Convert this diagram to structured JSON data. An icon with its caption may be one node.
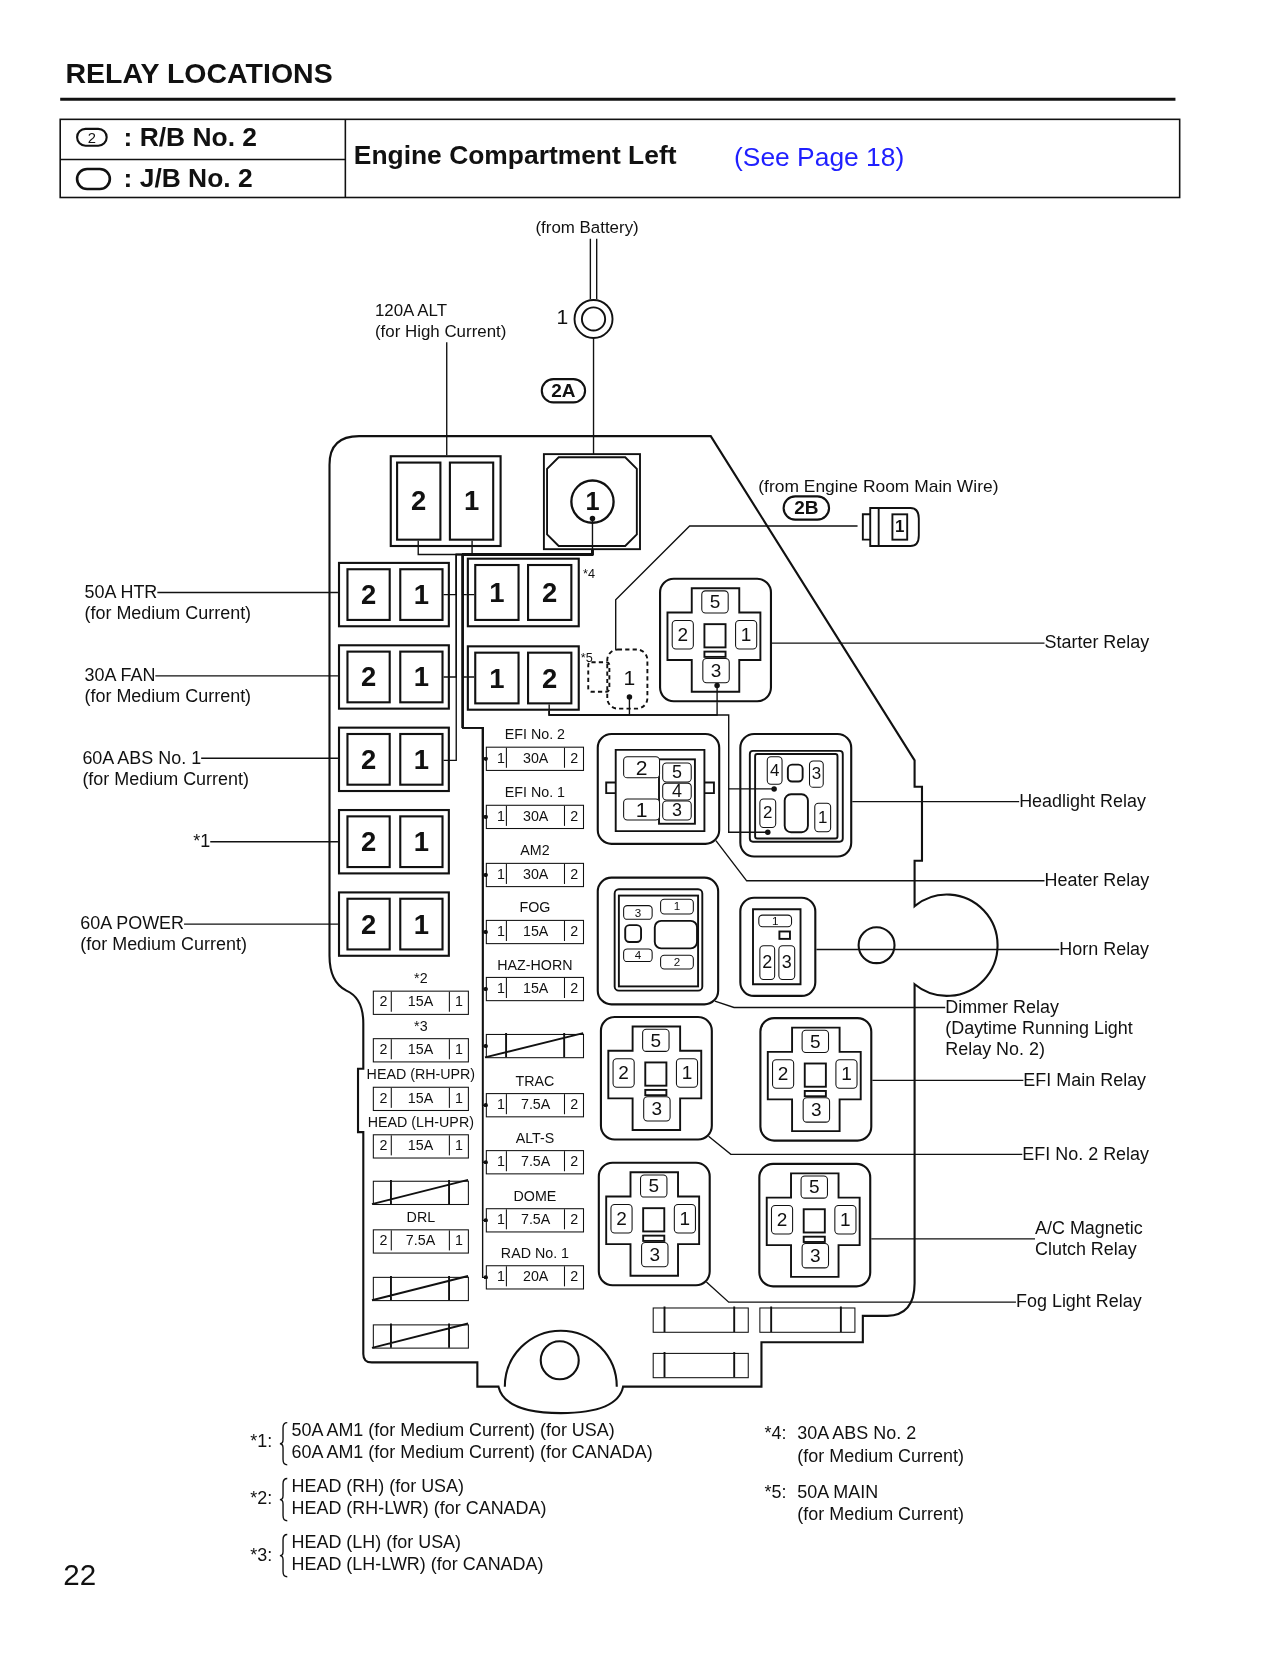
{
  "diagram": {
    "title": "RELAY LOCATIONS",
    "nodes": [
      {
        "text": [
          "(from Battery)"
        ]
      },
      {
        "text": [],
        "shape": "circle",
        "beside": [
          "1"
        ]
      },
      {
        "text": [
          "120A ALT",
          "(for High Current)"
        ]
      },
      {
        "text": [
          "2",
          "1"
        ]
      },
      {
        "text": [
          "1"
        ]
      },
      {
        "text": [
          "1"
        ],
        "beside": [
          "(from Engine Room Main Wire)"
        ]
      },
      {
        "text": [
          "50A HTR",
          "(for Medium Current)"
        ]
      },
      {
        "text": [
          "30A FAN",
          "(for Medium Current)"
        ]
      },
      {
        "text": [
          "60A ABS No. 1",
          "(for Medium Current)"
        ]
      },
      {
        "text": [
          "*1"
        ]
      },
      {
        "text": [
          "60A POWER",
          "(for Medium Current)"
        ]
      },
      {
        "text": [
          "2",
          "1"
        ]
      },
      {
        "text": [
          "2",
          "1"
        ]
      },
      {
        "text": [
          "2",
          "1"
        ]
      },
      {
        "text": [
          "2",
          "1"
        ]
      },
      {
        "text": [
          "2",
          "1"
        ]
      },
      {
        "text": [
          "1",
          "2"
        ],
        "beside": [
          "*4"
        ]
      },
      {
        "text": [
          "1",
          "2"
        ],
        "beside": [
          "*5"
        ]
      },
      {
        "text": [
          "1"
        ]
      },
      {
        "text": [
          "*2",
          "2",
          "15A",
          "1"
        ]
      },
      {
        "text": [
          "*3",
          "2",
          "15A",
          "1"
        ]
      },
      {
        "text": [
          "HEAD (RH-UPR)",
          "2",
          "15A",
          "1"
        ]
      },
      {
        "text": [
          "HEAD (LH-UPR)",
          "2",
          "15A",
          "1"
        ]
      },
      {
        "text": [],
        "shape": "box"
      },
      {
        "text": [
          "DRL",
          "2",
          "7.5A",
          "1"
        ]
      },
      {
        "text": [],
        "shape": "box"
      },
      {
        "text": [],
        "shape": "box"
      },
      {
        "text": [
          "EFI No. 2",
          "1",
          "30A",
          "2"
        ]
      },
      {
        "text": [
          "EFI No. 1",
          "1",
          "30A",
          "2"
        ]
      },
      {
        "text": [
          "AM2",
          "1",
          "30A",
          "2"
        ]
      },
      {
        "text": [
          "FOG",
          "1",
          "15A",
          "2"
        ]
      },
      {
        "text": [
          "HAZ-HORN",
          "1",
          "15A",
          "2"
        ]
      },
      {
        "text": [],
        "shape": "box"
      },
      {
        "text": [
          "TRAC",
          "1",
          "7.5A",
          "2"
        ]
      },
      {
        "text": [
          "ALT-S",
          "1",
          "7.5A",
          "2"
        ]
      },
      {
        "text": [
          "DOME",
          "1",
          "7.5A",
          "2"
        ]
      },
      {
        "text": [
          "RAD No. 1",
          "1",
          "20A",
          "2"
        ]
      },
      {
        "text": [
          "5",
          "2",
          "1",
          "3"
        ]
      },
      {
        "text": [
          "2",
          "5",
          "4",
          "1",
          "3"
        ]
      },
      {
        "text": [
          "4",
          "3",
          "2",
          "1"
        ]
      },
      {
        "text": [
          "3",
          "1",
          "4",
          "2"
        ]
      },
      {
        "text": [
          "1",
          "2",
          "3"
        ]
      },
      {
        "text": [
          "5",
          "2",
          "1",
          "3"
        ]
      },
      {
        "text": [
          "5",
          "2",
          "1",
          "3"
        ]
      },
      {
        "text": [
          "5",
          "2",
          "1",
          "3"
        ]
      },
      {
        "text": [
          "5",
          "2",
          "1",
          "3"
        ]
      },
      {
        "text": [],
        "shape": "box"
      },
      {
        "text": [],
        "shape": "box"
      },
      {
        "text": [],
        "shape": "box"
      },
      {
        "text": [
          "Starter Relay"
        ]
      },
      {
        "text": [
          "Headlight Relay"
        ]
      },
      {
        "text": [
          "Heater Relay"
        ]
      },
      {
        "text": [
          "Horn Relay"
        ]
      },
      {
        "text": [
          "Dimmer Relay",
          "(Daytime Running Light Relay No. 2)"
        ]
      },
      {
        "text": [
          "EFI Main Relay"
        ]
      },
      {
        "text": [
          "EFI No. 2 Relay"
        ]
      },
      {
        "text": [
          "A/C Magnetic Clutch Relay"
        ]
      },
      {
        "text": [
          "Fog Light Relay"
        ]
      }
    ],
    "edges": [
      {
        "from": 0,
        "to": 1,
        "arrow": "none"
      },
      {
        "from": 1,
        "to": 4,
        "arrow": "none"
      },
      {
        "from": 2,
        "to": 3,
        "arrow": "none"
      },
      {
        "from": 5,
        "to": 18,
        "arrow": "none"
      },
      {
        "from": 6,
        "to": 11,
        "arrow": "none"
      },
      {
        "from": 7,
        "to": 12,
        "arrow": "none"
      },
      {
        "from": 8,
        "to": 13,
        "arrow": "none"
      },
      {
        "from": 9,
        "to": 14,
        "arrow": "none"
      },
      {
        "from": 10,
        "to": 15,
        "arrow": "none"
      },
      {
        "from": 49,
        "to": 37,
        "arrow": "none"
      },
      {
        "from": 50,
        "to": 39,
        "arrow": "none"
      },
      {
        "from": 51,
        "to": 38,
        "arrow": "none"
      },
      {
        "from": 52,
        "to": 41,
        "arrow": "none"
      },
      {
        "from": 53,
        "to": 40,
        "arrow": "none"
      },
      {
        "from": 54,
        "to": 43,
        "arrow": "none"
      },
      {
        "from": 55,
        "to": 42,
        "arrow": "none"
      },
      {
        "from": 56,
        "to": 45,
        "arrow": "none"
      },
      {
        "from": 57,
        "to": 44,
        "arrow": "none"
      },
      {
        "from": 4,
        "to": 3,
        "arrow": "none"
      },
      {
        "from": 4,
        "to": 11,
        "arrow": "none"
      },
      {
        "from": 4,
        "to": 12,
        "arrow": "none"
      },
      {
        "from": 4,
        "to": 13,
        "arrow": "none"
      },
      {
        "from": 4,
        "to": 16,
        "arrow": "none"
      },
      {
        "from": 4,
        "to": 17,
        "arrow": "none"
      },
      {
        "from": 4,
        "to": 27,
        "arrow": "other"
      },
      {
        "from": 4,
        "to": 28,
        "arrow": "other"
      },
      {
        "from": 4,
        "to": 29,
        "arrow": "other"
      },
      {
        "from": 4,
        "to": 30,
        "arrow": "other"
      },
      {
        "from": 4,
        "to": 31,
        "arrow": "other"
      },
      {
        "from": 4,
        "to": 32,
        "arrow": "other"
      },
      {
        "from": 4,
        "to": 33,
        "arrow": "other"
      },
      {
        "from": 4,
        "to": 34,
        "arrow": "other"
      },
      {
        "from": 4,
        "to": 35,
        "arrow": "other"
      },
      {
        "from": 4,
        "to": 36,
        "arrow": "other"
      },
      {
        "from": 17,
        "to": 18,
        "arrow": "none"
      },
      {
        "from": 17,
        "to": 37,
        "arrow": "none"
      },
      {
        "from": 17,
        "to": 39,
        "arrow": "none"
      }
    ],
    "labels": [
      "2",
      ": R/B No. 2",
      ": J/B No. 2",
      "Engine Compartment Left",
      "(See Page 18)",
      "2A",
      "2B",
      "*1:",
      "50A AM1 (for Medium Current) (for USA)",
      "60A AM1 (for Medium Current) (for CANADA)",
      "*4:",
      "30A ABS No. 2",
      "(for Medium Current)",
      "*2:",
      "HEAD (RH) (for USA)",
      "HEAD (RH-LWR) (for CANADA)",
      "*5:",
      "50A MAIN",
      "(for Medium Current)",
      "*3:",
      "HEAD (LH) (for USA)",
      "HEAD (LH-LWR) (for CANADA)",
      "22"
    ]
  }
}
